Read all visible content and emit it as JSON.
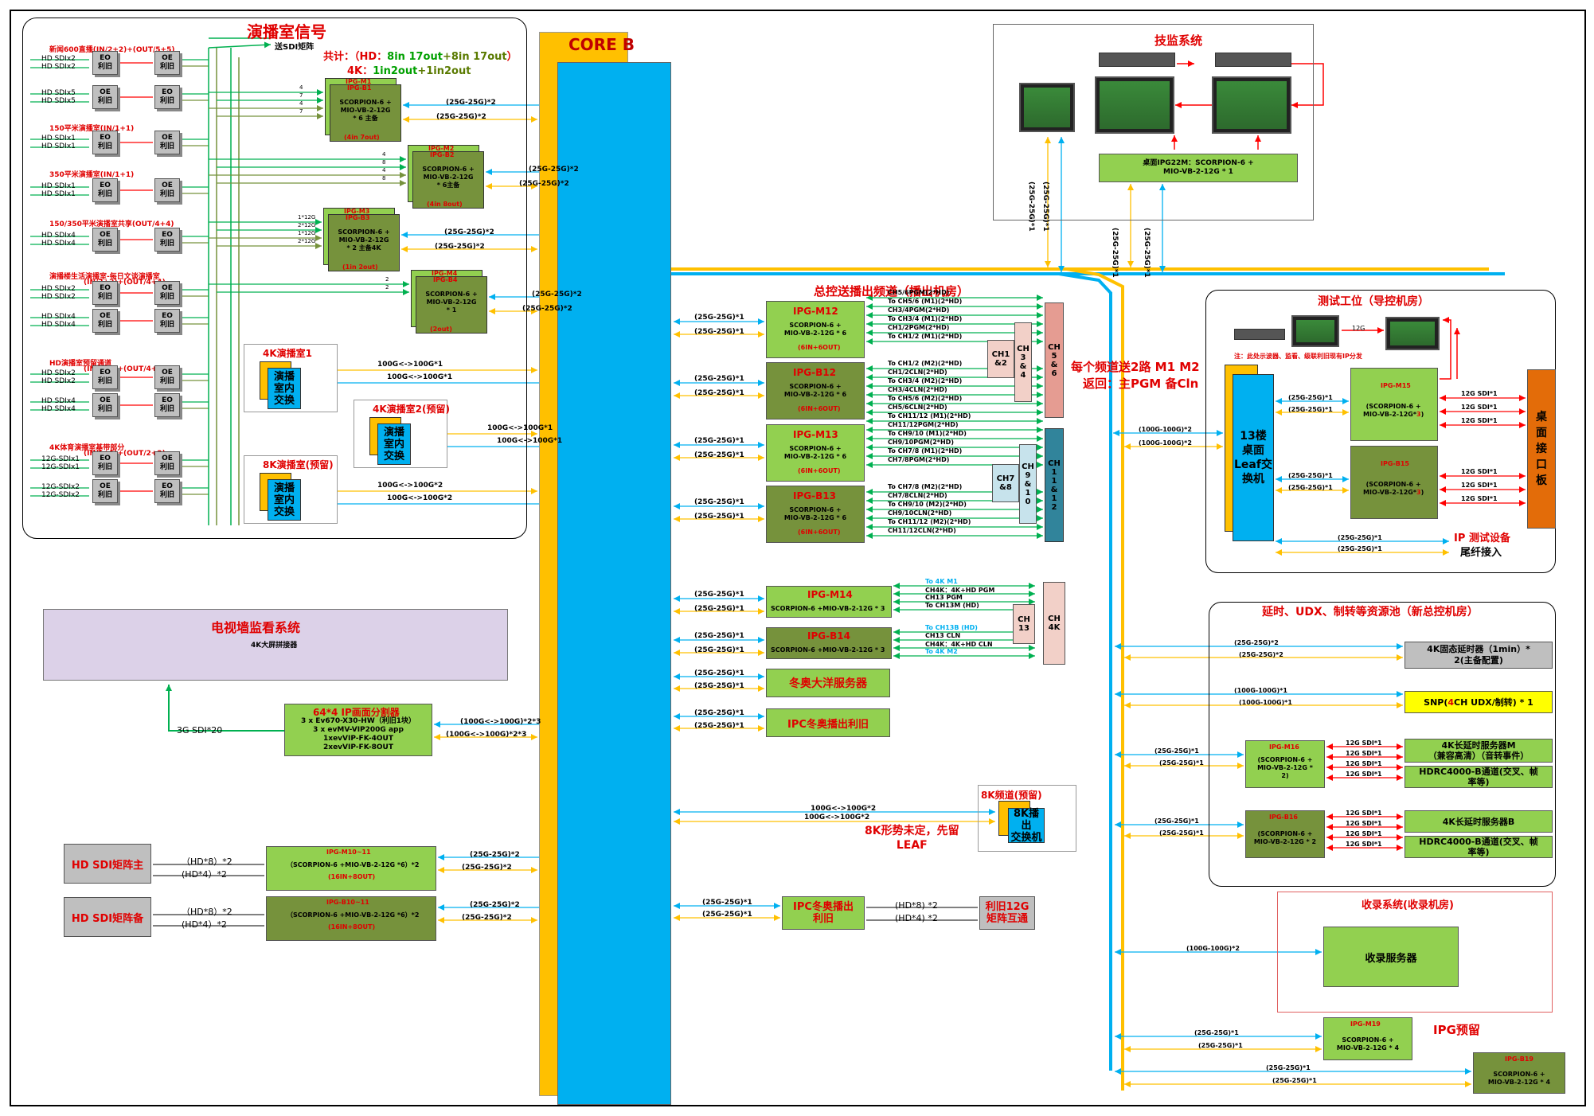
{
  "core": {
    "label": "CORE B",
    "colors": {
      "core_a": "#ffc000",
      "core_b": "#00b0f0",
      "green": "#00b050",
      "olive": "#76923c",
      "lime": "#92d050"
    }
  },
  "studio": {
    "title": "演播室信号",
    "matrix_out": "送SDI矩阵",
    "total_label": "共计：（HD：",
    "total_hd_a": "8in 17out",
    "total_hd_b": "+8in 17out",
    "total_hd_end": "）",
    "total_4k_label": "4K：",
    "total_4k_a": "1in2out",
    "total_4k_b": "+1in2out",
    "groups": [
      {
        "title": "新闻600直播(IN/2+2)+(OUT/5+5)",
        "rows": [
          {
            "ins": [
              "HD SDIx2",
              "HD SDIx2"
            ],
            "l": "EO\n利旧",
            "r": "OE\n利旧"
          },
          {
            "ins": [
              "HD SDIx5",
              "HD SDIx5"
            ],
            "l": "OE\n利旧",
            "r": "EO\n利旧"
          }
        ]
      },
      {
        "title": "150平米演播室(IN/1+1)",
        "rows": [
          {
            "ins": [
              "HD SDIx1",
              "HD SDIx1"
            ],
            "l": "EO\n利旧",
            "r": "OE\n利旧"
          }
        ]
      },
      {
        "title": "350平米演播室(IN/1+1)",
        "rows": [
          {
            "ins": [
              "HD SDIx1",
              "HD SDIx1"
            ],
            "l": "EO\n利旧",
            "r": "OE\n利旧"
          }
        ]
      },
      {
        "title": "150/350平米演播室共享(OUT/4+4)",
        "rows": [
          {
            "ins": [
              "HD SDIx4",
              "HD SDIx4"
            ],
            "l": "OE\n利旧",
            "r": "EO\n利旧"
          }
        ]
      },
      {
        "title": "演播楼生活演播室-每日文谈演播室",
        "title2": "(IN/2+2)+(OUT/4+4)",
        "rows": [
          {
            "ins": [
              "HD SDIx2",
              "HD SDIx2"
            ],
            "l": "EO\n利旧",
            "r": "OE\n利旧"
          },
          {
            "ins": [
              "HD SDIx4",
              "HD SDIx4"
            ],
            "l": "OE\n利旧",
            "r": "EO\n利旧"
          }
        ]
      },
      {
        "title": "HD演播室预留通道",
        "title2": "(IN/2+2)+(OUT/4+4)",
        "rows": [
          {
            "ins": [
              "HD SDIx2",
              "HD SDIx2"
            ],
            "l": "EO\n利旧",
            "r": "OE\n利旧"
          },
          {
            "ins": [
              "HD SDIx4",
              "HD SDIx4"
            ],
            "l": "OE\n利旧",
            "r": "EO\n利旧"
          }
        ]
      },
      {
        "title": "4K体育演播室基带部分",
        "title2": "(IN/1+1)+(OUT/2+2)",
        "rows": [
          {
            "ins": [
              "12G-SDIx1",
              "12G-SDIx1"
            ],
            "l": "EO\n利旧",
            "r": "OE\n利旧"
          },
          {
            "ins": [
              "12G-SDIx2",
              "12G-SDIx2"
            ],
            "l": "OE\n利旧",
            "r": "EO\n利旧"
          }
        ]
      }
    ],
    "ipg": [
      {
        "t1": "IPG-M1",
        "t2": "IPG-B1",
        "body": "SCORPION-6 +\nMIO-VB-2-12G\n* 6 主备",
        "note": "(4in 7out)",
        "links": [
          "(25G-25G)*2",
          "(25G-25G)*2"
        ],
        "lines": [
          "4",
          "7",
          "4",
          "7"
        ]
      },
      {
        "t1": "IPG-M2",
        "t2": "IPG-B2",
        "body": "SCORPION-6 +\nMIO-VB-2-12G\n* 6主备",
        "note": "(4in 8out)",
        "links": [
          "(25G-25G)*2",
          "(25G-25G)*2"
        ],
        "lines": [
          "4",
          "8",
          "4",
          "8"
        ]
      },
      {
        "t1": "IPG-M3",
        "t2": "IPG-B3",
        "body": "SCORPION-6 +\nMIO-VB-2-12G\n* 2 主备4K",
        "note": "(1in 2out)",
        "links": [
          "(25G-25G)*2",
          "(25G-25G)*2"
        ],
        "lines": [
          "1*12G",
          "2*12G",
          "1*12G",
          "2*12G"
        ]
      },
      {
        "t1": "IPG-M4",
        "t2": "IPG-B4",
        "body": "SCORPION-6 +\nMIO-VB-2-12G\n* 1",
        "note": "(2out)",
        "links": [
          "(25G-25G)*2",
          "(25G-25G)*2"
        ],
        "lines": [
          "2",
          "2"
        ]
      }
    ],
    "k4_1": "4K演播室1",
    "k4_2": "4K演播室2(预留)",
    "k8": "8K演播室(预留)",
    "inner": "演播\n室内\n交换",
    "k4_1_links": [
      "100G<->100G*1",
      "100G<->100G*1"
    ],
    "k4_2_links": [
      "100G<->100G*1",
      "100G<->100G*1"
    ],
    "k8_links": [
      "100G<->100G*2",
      "100G<->100G*2"
    ]
  },
  "tvwall": {
    "title": "电视墙监看系统",
    "sub": "4K大屏拼接器",
    "split_title": "64*4 IP画面分割器",
    "split_body": "3 x Ev670-X30-HW（利旧1块）\n3 x evMV-VIP200G app\n1xevVIP-FK-4OUT\n2xevVIP-FK-8OUT",
    "sdi": "3G SDI*20",
    "links": [
      "(100G<->100G)*2*3",
      "(100G<->100G)*2*3"
    ]
  },
  "matrix": {
    "main": "HD SDI矩阵主",
    "backup": "HD SDI矩阵备",
    "lines": [
      "（HD*8）*2",
      "(HD*4）*2"
    ],
    "m10": "IPG-M10~11",
    "b10": "IPG-B10~11",
    "body": "（SCORPION-6 +MIO-VB-2-12G *6）*2",
    "note": "(16IN+8OUT)",
    "links_m": [
      "(25G-25G)*2",
      "(25G-25G)*2"
    ],
    "links_b": [
      "(25G-25G)*2",
      "(25G-25G)*2"
    ]
  },
  "control": {
    "title": "总控送播出频道（播出机房）",
    "note1": "每个频道送2路 M1 M2",
    "note2": "返回：主PGM 备Cln",
    "link": "(25G-25G)*1",
    "ipg": [
      {
        "t": "IPG-M12",
        "body": "SCORPION-6 +\nMIO-VB-2-12G * 6",
        "note": "(6IN+6OUT)",
        "sig": [
          "CH5/6PGM(2*HD)",
          "To CH5/6 (M1)(2*HD)",
          "CH3/4PGM(2*HD)",
          "To CH3/4 (M1)(2*HD)",
          "CH1/2PGM(2*HD)",
          "To CH1/2 (M1)(2*HD)"
        ]
      },
      {
        "t": "IPG-B12",
        "body": "SCORPION-6 +\nMIO-VB-2-12G * 6",
        "note": "(6IN+6OUT)",
        "sig": [
          "To CH1/2 (M2)(2*HD)",
          "CH1/2CLN(2*HD)",
          "To CH3/4 (M2)(2*HD)",
          "CH3/4CLN(2*HD)",
          "To CH5/6 (M2)(2*HD)",
          "CH5/6CLN(2*HD)"
        ]
      },
      {
        "t": "IPG-M13",
        "body": "SCORPION-6 +\nMIO-VB-2-12G * 6",
        "note": "(6IN+6OUT)",
        "sig": [
          "To CH11/12 (M1)(2*HD)",
          "CH11/12PGM(2*HD)",
          "To CH9/10 (M1)(2*HD)",
          "CH9/10PGM(2*HD)",
          "To CH7/8 (M1)(2*HD)",
          "CH7/8PGM(2*HD)"
        ]
      },
      {
        "t": "IPG-B13",
        "body": "SCORPION-6 +\nMIO-VB-2-12G * 6",
        "note": "(6IN+6OUT)",
        "sig": [
          "To CH7/8 (M2)(2*HD)",
          "CH7/8CLN(2*HD)",
          "To CH9/10 (M2)(2*HD)",
          "CH9/10CLN(2*HD)",
          "To CH11/12 (M2)(2*HD)",
          "CH11/12CLN(2*HD)"
        ]
      }
    ],
    "ch_a": [
      "CH\n3\n&\n4",
      "CH\n5\n&\n6",
      "CH1\n&2"
    ],
    "ch_b": [
      "CH\n9\n&\n1\n0",
      "CH\n1\n1\n&\n1\n2",
      "CH7\n&8"
    ],
    "m14": {
      "t": "IPG-M14",
      "body": "SCORPION-6 +MIO-VB-2-12G * 3",
      "sig": [
        "To 4K M1",
        "CH4K：4K+HD PGM",
        "CH13 PGM",
        "To CH13M (HD)"
      ]
    },
    "b14": {
      "t": "IPG-B14",
      "body": "SCORPION-6 +MIO-VB-2-12G * 3",
      "sig": [
        "To CH13B (HD)",
        "CH13 CLN",
        "CH4K：4K+HD CLN",
        "To 4K M2"
      ]
    },
    "ch13": "CH\n13",
    "ch4k": "CH\n4K",
    "olympic_server": "冬奥大洋服务器",
    "olympic_play": "IPC冬奥播出利旧",
    "k8_title": "8K频道(预留)",
    "k8_box": "8K播出\n交换机",
    "k8_note": "8K形势未定，先留\nLEAF",
    "k8_links": [
      "100G<->100G*2",
      "100G<->100G*2"
    ],
    "olympic_reuse": "IPC冬奥播出\n利旧",
    "olympic_lines": [
      "(HD*8) *2",
      "(HD*4) *2"
    ],
    "reuse_12g": "利旧12G\n矩阵互通"
  },
  "monitor": {
    "title": "技监系统",
    "ipg": "桌面IPG22M：SCORPION-6 +\nMIO-VB-2-12G * 1",
    "links": [
      "(25G-25G)*1",
      "(25G-25G)*1",
      "(25G-25G)*1",
      "(25G-25G)*1"
    ]
  },
  "test": {
    "title": "测试工位（导控机房）",
    "note": "注：此处示波器、监看、级联利旧现有IP分发",
    "link12g": "12G",
    "leaf": "13楼\n桌面\nLeaf交\n换机",
    "m15": "IPG-M15",
    "b15": "IPG-B15",
    "body": "(SCORPION-6 +\nMIO-VB-2-12G*",
    "body_n": "3",
    "body_end": ")",
    "sdi": "12G SDI*1",
    "panel": "桌\n面\n接\n口\n板",
    "ip_title": "IP 测试设备",
    "ip_sub": "尾纤接入",
    "uplinks": [
      "(100G-100G)*2",
      "(100G-100G)*2"
    ],
    "link": "(25G-25G)*1"
  },
  "pool": {
    "title": "延时、UDX、制转等资源池（新总控机房）",
    "delay": "4K固态延时器（1min）*\n2(主备配置)",
    "snp_a": "SNP(",
    "snp_b": "4",
    "snp_c": "CH UDX/制转) * 1",
    "m16": "IPG-M16",
    "m16_body": "(SCORPION-6 +\nMIO-VB-2-12G *\n2)",
    "b16": "IPG-B16",
    "b16_body": "(SCORPION-6 +\nMIO-VB-2-12G * 2",
    "srv_m": "4K长延时服务器M\n（兼容高清）（音转事件）",
    "srv_b": "4K长延时服务器B",
    "hdrc": "HDRC4000-B通道(交叉、帧\n率等)",
    "hdrc_m": "HDRC4000-B通道(交叉、帧\n率等)",
    "sdi": "12G SDI*1",
    "links": [
      "(25G-25G)*2",
      "(25G-25G)*2",
      "(100G-100G)*1",
      "(100G-100G)*1",
      "(25G-25G)*1",
      "(25G-25G)*1",
      "(25G-25G)*1",
      "(25G-25G)*1"
    ]
  },
  "record": {
    "title": "收录系统(收录机房)",
    "server": "收录服务器",
    "link": "(100G-100G)*2"
  },
  "reserve": {
    "title": "IPG预留",
    "m19": "IPG-M19",
    "m19_body": "SCORPION-6 +\nMIO-VB-2-12G * 4",
    "b19": "IPG-B19",
    "b19_body": "SCORPION-6 +\nMIO-VB-2-12G * 4",
    "links": [
      "(25G-25G)*1",
      "(25G-25G)*1",
      "(25G-25G)*1",
      "(25G-25G)*1"
    ]
  }
}
